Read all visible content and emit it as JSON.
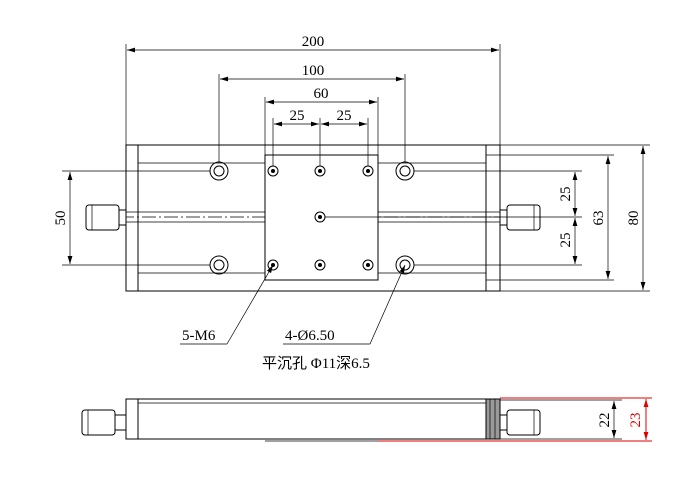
{
  "dimensions": {
    "overall_length": "200",
    "outer_hole_spacing": "100",
    "carriage_width": "60",
    "tap_pitch_left": "25",
    "tap_pitch_right": "25",
    "hole_row_spacing": "50",
    "half_pitch_upper": "25",
    "half_pitch_lower": "25",
    "rail_width": "63",
    "overall_width": "80",
    "height_inner": "22",
    "height_overall": "23"
  },
  "callouts": {
    "tapped_holes": "5-M6",
    "through_holes": "4-Ø6.50",
    "counterbore": "平沉孔 Φ11深6.5"
  },
  "colors": {
    "line": "#000000",
    "accent_dimension": "#e00000",
    "shade": "#9a9a9a"
  }
}
